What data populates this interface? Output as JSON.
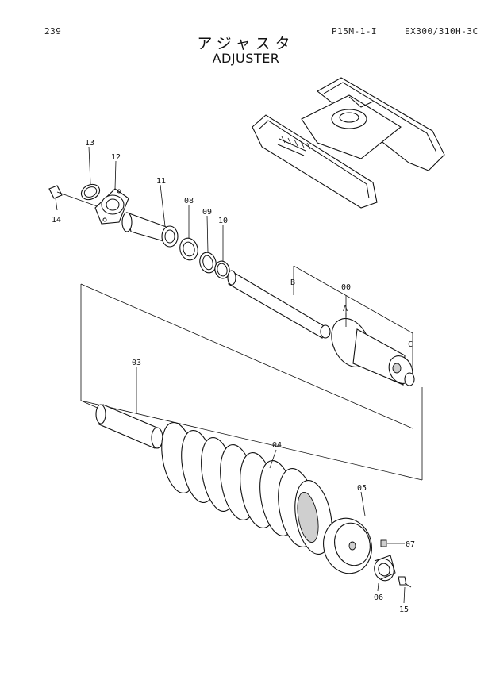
{
  "header": {
    "page_number": "239",
    "plate_code": "P15M-1-I",
    "model_code": "EX300/310H-3C"
  },
  "title": {
    "japanese": "アジャスタ",
    "english": "ADJUSTER"
  },
  "callouts": {
    "c13": "13",
    "c12": "12",
    "c14": "14",
    "c11": "11",
    "c08": "08",
    "c09": "09",
    "c10": "10",
    "c00": "00",
    "cA": "A",
    "cB": "B",
    "cC": "C",
    "c03": "03",
    "c04": "04",
    "c05": "05",
    "c07": "07",
    "c06": "06",
    "c15": "15"
  }
}
